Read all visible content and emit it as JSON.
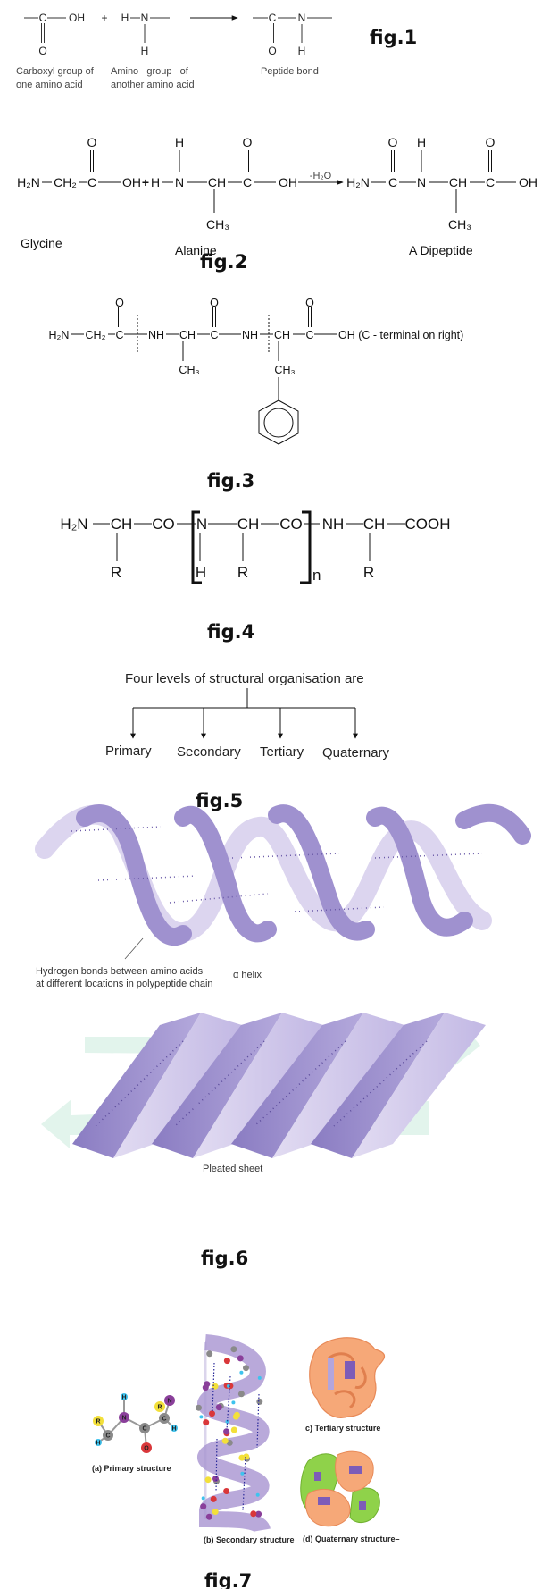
{
  "fig1": {
    "reactant1": {
      "c": "C",
      "oh": "OH",
      "o": "O"
    },
    "plus": "+",
    "reactant2": {
      "h": "H",
      "n": "N",
      "h2": "H"
    },
    "product": {
      "c": "C",
      "n": "N",
      "o": "O",
      "h": "H"
    },
    "labels": {
      "carboxyl_line1": "Carboxyl group of",
      "carboxyl_line2": "one amino acid",
      "amino_line1": "Amino   group   of",
      "amino_line2": "another amino acid",
      "peptide": "Peptide bond"
    },
    "caption": "fig.1"
  },
  "fig2": {
    "glycine_atoms": [
      "H₂N",
      "CH₂",
      "C",
      "OH",
      "O"
    ],
    "plus": "+",
    "alanine_atoms": [
      "H",
      "N",
      "CH",
      "C",
      "OH",
      "H",
      "O",
      "CH₃"
    ],
    "arrow_label": "-H₂O",
    "dipeptide_atoms": [
      "H₂N",
      "C",
      "N",
      "CH",
      "C",
      "OH",
      "O",
      "H",
      "O",
      "CH₃"
    ],
    "names": {
      "glycine": "Glycine",
      "alanine": "Alanine",
      "dipeptide": "A Dipeptide"
    },
    "caption": "fig.2"
  },
  "fig3": {
    "atoms": [
      "H₂N",
      "CH₂",
      "C",
      "NH",
      "CH",
      "C",
      "NH",
      "CH",
      "C",
      "O",
      "O",
      "O",
      "CH₃",
      "CH₃"
    ],
    "tail": "OH (C - terminal on right)",
    "caption": "fig.3"
  },
  "fig4": {
    "atoms": [
      "H₂N",
      "CH",
      "CO",
      "N",
      "CH",
      "CO",
      "NH",
      "CH",
      "COOH"
    ],
    "subs": [
      "R",
      "H",
      "R",
      "R"
    ],
    "repeat": "n",
    "caption": "fig.4"
  },
  "fig5": {
    "title": "Four levels of structural organisation are",
    "levels": [
      "Primary",
      "Secondary",
      "Tertiary",
      "Quaternary"
    ],
    "caption": "fig.5"
  },
  "fig6": {
    "helix_note_line1": "Hydrogen bonds between amino acids",
    "helix_note_line2": "at different locations in polypeptide chain",
    "helix_label": "α helix",
    "sheet_label": "Pleated sheet",
    "caption": "fig.6",
    "colors": {
      "ribbon_dark": "#9a8ccc",
      "ribbon_light": "#d9d2ee",
      "arrow": "#dff3ea"
    }
  },
  "fig7": {
    "primary_atoms": [
      "R",
      "C",
      "H",
      "N",
      "H",
      "C",
      "O",
      "C",
      "R",
      "N",
      "H"
    ],
    "labels": {
      "primary": "(a)  Primary structure",
      "secondary": "(b) Secondary structure",
      "tertiary": "c)  Tertiary structure",
      "quaternary": "(d) Quaternary structure–"
    },
    "caption": "fig.7",
    "colors": {
      "carbon": "#8a8a8a",
      "nitrogen": "#8a3f9a",
      "hydrogen": "#3ec3ee",
      "oxygen": "#d9373a",
      "r_group": "#f3e03a",
      "coil": "#f6a878",
      "subunit": "#8fd24a"
    }
  }
}
